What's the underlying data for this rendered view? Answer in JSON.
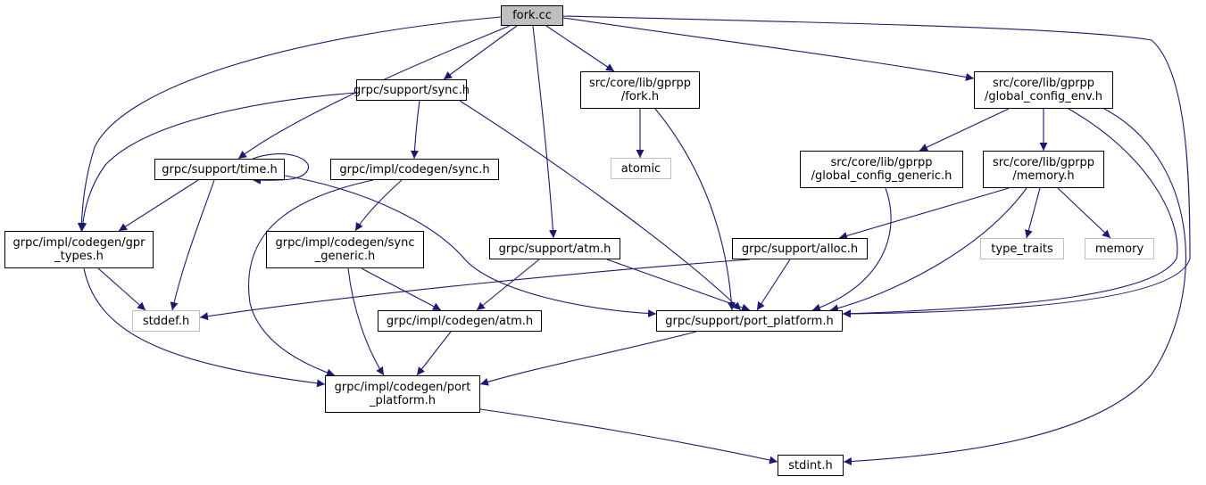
{
  "diagram": {
    "colors": {
      "edge": "#191970",
      "node_border": "#000000",
      "external_border": "#bfbfbf",
      "root_fill": "#bfbfbf"
    },
    "nodes": {
      "fork_cc": "fork.cc",
      "support_sync": "grpc/support/sync.h",
      "fork_h": "src/core/lib/gprpp\n/fork.h",
      "global_config_env": "src/core/lib/gprpp\n/global_config_env.h",
      "support_time": "grpc/support/time.h",
      "codegen_sync": "grpc/impl/codegen/sync.h",
      "atomic": "atomic",
      "global_config_generic": "src/core/lib/gprpp\n/global_config_generic.h",
      "memory_h": "src/core/lib/gprpp\n/memory.h",
      "gpr_types": "grpc/impl/codegen/gpr\n_types.h",
      "sync_generic": "grpc/impl/codegen/sync\n_generic.h",
      "support_atm": "grpc/support/atm.h",
      "support_alloc": "grpc/support/alloc.h",
      "type_traits": "type_traits",
      "memory": "memory",
      "stddef": "stddef.h",
      "codegen_atm": "grpc/impl/codegen/atm.h",
      "port_platform": "grpc/support/port_platform.h",
      "codegen_port_platform": "grpc/impl/codegen/port\n_platform.h",
      "stdint": "stdint.h"
    },
    "edges": [
      [
        "fork_cc",
        "support_sync"
      ],
      [
        "fork_cc",
        "fork_h"
      ],
      [
        "fork_cc",
        "global_config_env"
      ],
      [
        "fork_cc",
        "support_time"
      ],
      [
        "fork_cc",
        "gpr_types"
      ],
      [
        "fork_cc",
        "support_atm"
      ],
      [
        "fork_cc",
        "port_platform"
      ],
      [
        "support_sync",
        "codegen_sync"
      ],
      [
        "support_sync",
        "gpr_types"
      ],
      [
        "support_sync",
        "port_platform"
      ],
      [
        "fork_h",
        "atomic"
      ],
      [
        "fork_h",
        "port_platform"
      ],
      [
        "global_config_env",
        "global_config_generic"
      ],
      [
        "global_config_env",
        "memory_h"
      ],
      [
        "global_config_env",
        "port_platform"
      ],
      [
        "global_config_env",
        "stdint"
      ],
      [
        "support_time",
        "support_time"
      ],
      [
        "support_time",
        "gpr_types"
      ],
      [
        "support_time",
        "stddef"
      ],
      [
        "support_time",
        "port_platform"
      ],
      [
        "codegen_sync",
        "sync_generic"
      ],
      [
        "codegen_sync",
        "codegen_port_platform"
      ],
      [
        "global_config_generic",
        "port_platform"
      ],
      [
        "memory_h",
        "support_alloc"
      ],
      [
        "memory_h",
        "type_traits"
      ],
      [
        "memory_h",
        "memory"
      ],
      [
        "memory_h",
        "port_platform"
      ],
      [
        "gpr_types",
        "stddef"
      ],
      [
        "gpr_types",
        "codegen_port_platform"
      ],
      [
        "sync_generic",
        "codegen_atm"
      ],
      [
        "sync_generic",
        "codegen_port_platform"
      ],
      [
        "support_atm",
        "codegen_atm"
      ],
      [
        "support_atm",
        "port_platform"
      ],
      [
        "support_alloc",
        "stddef"
      ],
      [
        "support_alloc",
        "port_platform"
      ],
      [
        "codegen_atm",
        "codegen_port_platform"
      ],
      [
        "port_platform",
        "codegen_port_platform"
      ],
      [
        "codegen_port_platform",
        "stdint"
      ]
    ]
  }
}
